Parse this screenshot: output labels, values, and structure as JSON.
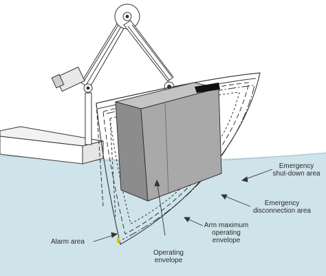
{
  "labels": {
    "emergency_shutdown_line1": "Emergency",
    "emergency_shutdown_line2": "shut-down area",
    "emergency_disconnection_line1": "Emergency",
    "emergency_disconnection_line2": "disconnection area",
    "arm_max_line1": "Arm maximum",
    "arm_max_line2": "operating",
    "arm_max_line3": "envelope",
    "alarm_area": "Alarm area",
    "operating_env_line1": "Operating",
    "operating_env_line2": "envelope"
  },
  "colors": {
    "water": "#cfe3ea",
    "envelope_fill": "#a9a9a9",
    "envelope_side": "#8c8c8c",
    "envelope_top": "#c4c4c4",
    "line": "#333333",
    "alarm_marker": "#e8c000"
  }
}
